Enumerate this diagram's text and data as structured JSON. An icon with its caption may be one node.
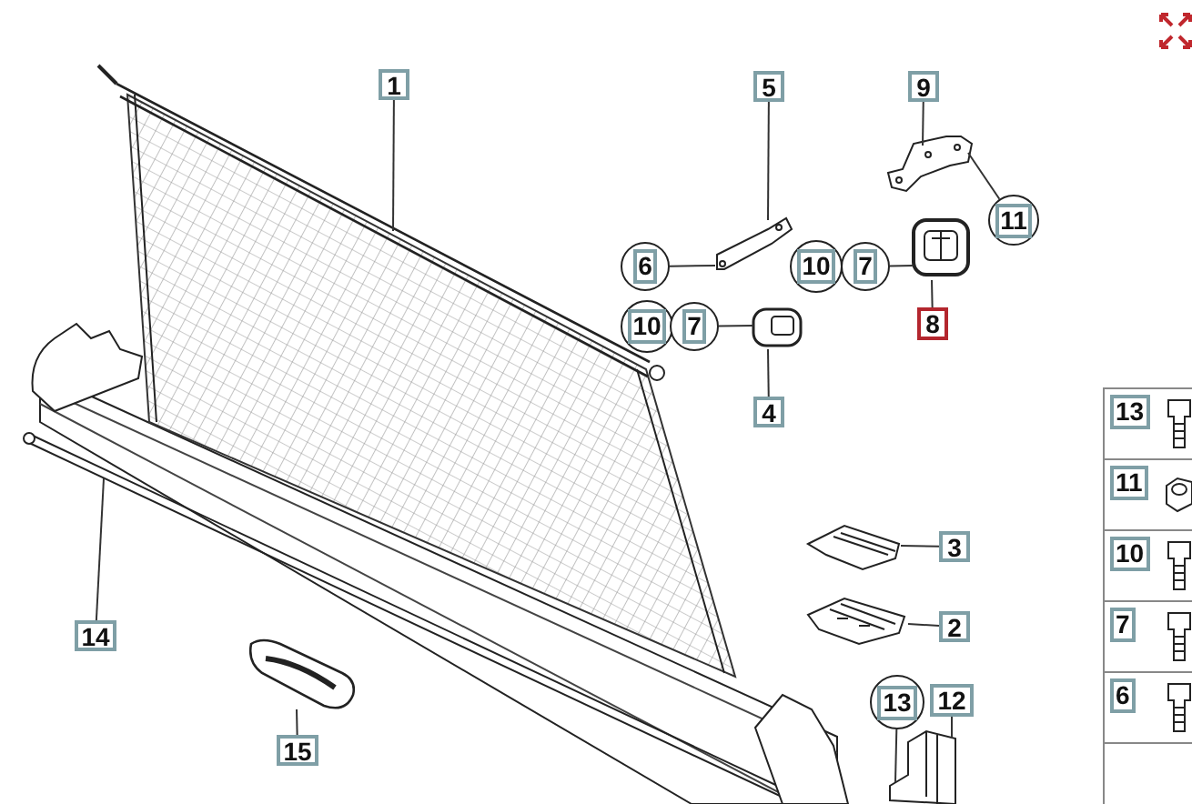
{
  "diagram": {
    "nodes": [
      {
        "text": [
          "1"
        ]
      },
      {
        "text": [],
        "shape": "picture"
      },
      {
        "text": [
          "5"
        ]
      },
      {
        "text": [],
        "shape": "picture"
      },
      {
        "text": [
          "6"
        ]
      },
      {
        "text": [
          "9"
        ]
      },
      {
        "text": [],
        "shape": "picture"
      },
      {
        "text": [
          "11"
        ]
      },
      {
        "text": [
          "10"
        ]
      },
      {
        "text": [
          "7"
        ]
      },
      {
        "text": [],
        "shape": "picture"
      },
      {
        "text": [
          "8"
        ]
      },
      {
        "text": [
          "10"
        ]
      },
      {
        "text": [
          "7"
        ]
      },
      {
        "text": [],
        "shape": "picture"
      },
      {
        "text": [
          "4"
        ]
      },
      {
        "text": [
          "3"
        ]
      },
      {
        "text": [],
        "shape": "picture"
      },
      {
        "text": [
          "2"
        ]
      },
      {
        "text": [],
        "shape": "picture"
      },
      {
        "text": [
          "14"
        ]
      },
      {
        "text": [],
        "shape": "bar"
      },
      {
        "text": [
          "15"
        ]
      },
      {
        "text": [],
        "shape": "picture"
      },
      {
        "text": [
          "13"
        ]
      },
      {
        "text": [
          "12"
        ]
      },
      {
        "text": [],
        "shape": "picture"
      },
      {
        "text": [
          "13"
        ]
      },
      {
        "text": [
          "11"
        ]
      },
      {
        "text": [
          "10"
        ]
      },
      {
        "text": [
          "7"
        ]
      },
      {
        "text": [
          "6"
        ]
      }
    ],
    "edges": [
      {
        "from": 0,
        "to": 1,
        "arrow": "none"
      },
      {
        "from": 2,
        "to": 3,
        "arrow": "none"
      },
      {
        "from": 4,
        "to": 3,
        "arrow": "none"
      },
      {
        "from": 5,
        "to": 6,
        "arrow": "none"
      },
      {
        "from": 7,
        "to": 6,
        "arrow": "none"
      },
      {
        "from": 9,
        "to": 10,
        "arrow": "none"
      },
      {
        "from": 11,
        "to": 10,
        "arrow": "none"
      },
      {
        "from": 13,
        "to": 14,
        "arrow": "none"
      },
      {
        "from": 15,
        "to": 14,
        "arrow": "none"
      },
      {
        "from": 16,
        "to": 17,
        "arrow": "none"
      },
      {
        "from": 18,
        "to": 19,
        "arrow": "none"
      },
      {
        "from": 20,
        "to": 21,
        "arrow": "none"
      },
      {
        "from": 22,
        "to": 23,
        "arrow": "none"
      },
      {
        "from": 24,
        "to": 26,
        "arrow": "none"
      },
      {
        "from": 25,
        "to": 26,
        "arrow": "none"
      }
    ],
    "labels": []
  }
}
